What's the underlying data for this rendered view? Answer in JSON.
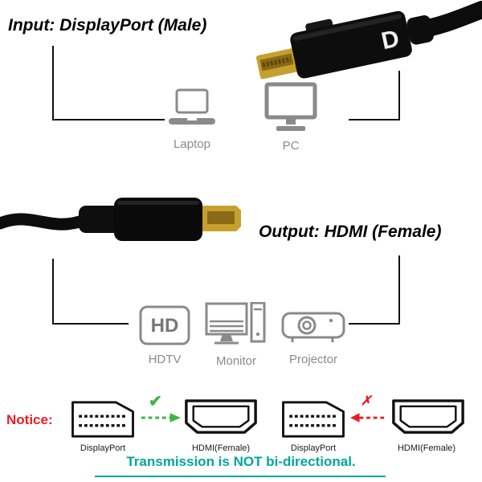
{
  "input_section": {
    "title": "Input: DisplayPort (Male)",
    "connector_logo": "D",
    "devices": [
      {
        "label": "Laptop"
      },
      {
        "label": "PC"
      }
    ]
  },
  "output_section": {
    "title": "Output: HDMI (Female)",
    "devices": [
      {
        "label": "HDTV",
        "badge": "HD"
      },
      {
        "label": "Monitor"
      },
      {
        "label": "Projector"
      }
    ]
  },
  "notice": {
    "label": "Notice:",
    "marks": {
      "allowed": "✔",
      "blocked": "✗"
    },
    "connections": [
      {
        "from": "DisplayPort",
        "to": "HDMI(Female)",
        "direction": "right",
        "allowed": true
      },
      {
        "from": "DisplayPort",
        "to": "HDMI(Female)",
        "direction": "left",
        "allowed": false
      }
    ],
    "footer": "Transmission is NOT bi-directional."
  },
  "colors": {
    "footer_teal": "#00a69c",
    "notice_red": "#ec1c24",
    "check_green": "#3bb54a",
    "icon_gray": "#8a8a8a",
    "connector_gold": "#c6a02f",
    "cable_black": "#0c0c0c"
  }
}
